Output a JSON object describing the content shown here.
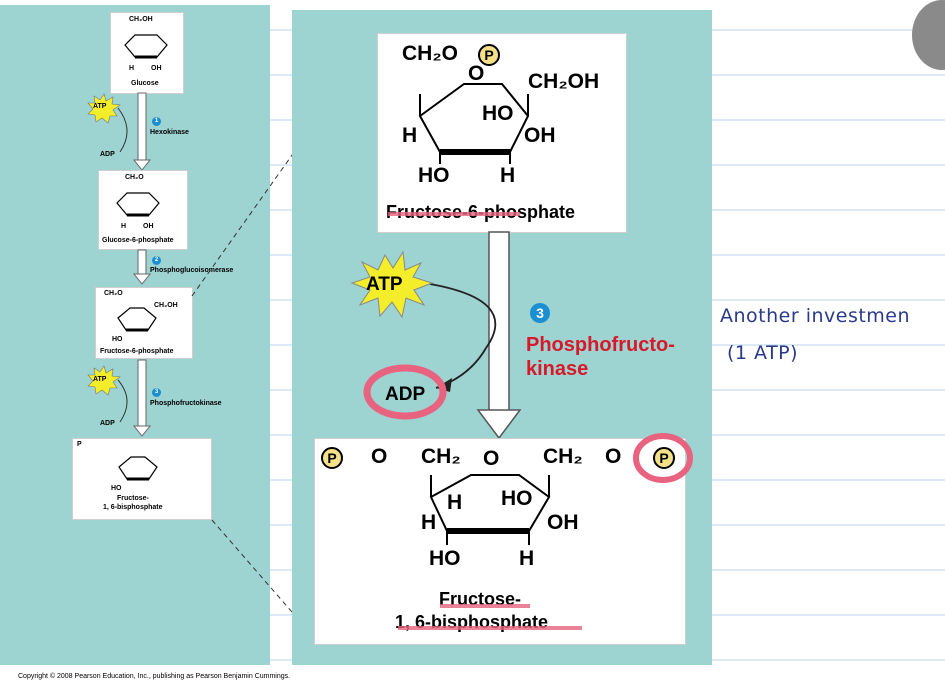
{
  "left": {
    "glucose": "Glucose",
    "atp1": "ATP",
    "adp1": "ADP",
    "step1_num": "1",
    "step1_enzyme": "Hexokinase",
    "g6p": "Glucose-6-phosphate",
    "step2_num": "2",
    "step2_enzyme": "Phosphoglucoisomerase",
    "f6p": "Fructose-6-phosphate",
    "atp2": "ATP",
    "adp2": "ADP",
    "step3_num": "3",
    "step3_enzyme": "Phosphofructokinase",
    "f16bp_line1": "Fructose-",
    "f16bp_line2": "1, 6-bisphosphate"
  },
  "right": {
    "f6p_label": "Fructose-6-phosphate",
    "atp": "ATP",
    "adp": "ADP",
    "step_num": "3",
    "enzyme_line1": "Phosphofructo-",
    "enzyme_line2": "kinase",
    "product_line1": "Fructose-",
    "product_line2": "1, 6-bisphosphate"
  },
  "chem": {
    "ch2o": "CH₂O",
    "ch2oh": "CH₂OH",
    "ch2": "CH₂",
    "o": "O",
    "ho": "HO",
    "oh": "OH",
    "h": "H",
    "p": "P"
  },
  "notes": {
    "line1": "Another investmen",
    "line2": "(1 ATP)"
  },
  "copyright": "Copyright © 2008 Pearson Education, Inc., publishing as Pearson Benjamin Cummings.",
  "colors": {
    "panel": "#9dd3d1",
    "enzyme_red": "#d7192a",
    "atp_star": "#f4ee2a",
    "highlight_pink": "#e8637f",
    "badge_blue": "#1b8fd0",
    "note_ink": "#2a3a8a",
    "rule_line": "#b7d4ee"
  }
}
